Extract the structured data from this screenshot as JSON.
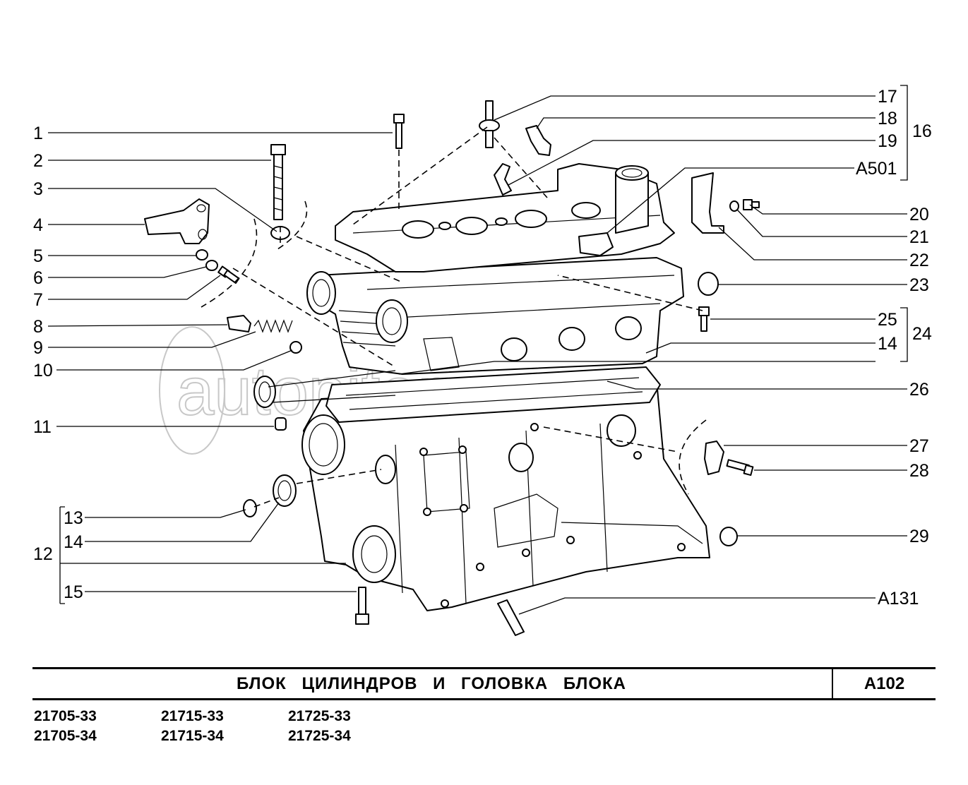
{
  "watermark": "autopiter.ru",
  "callouts": [
    {
      "id": "c1",
      "text": "1"
    },
    {
      "id": "c2",
      "text": "2"
    },
    {
      "id": "c3",
      "text": "3"
    },
    {
      "id": "c4",
      "text": "4"
    },
    {
      "id": "c5",
      "text": "5"
    },
    {
      "id": "c6",
      "text": "6"
    },
    {
      "id": "c7",
      "text": "7"
    },
    {
      "id": "c8",
      "text": "8"
    },
    {
      "id": "c9",
      "text": "9"
    },
    {
      "id": "c10",
      "text": "10"
    },
    {
      "id": "c11",
      "text": "11"
    },
    {
      "id": "c12",
      "text": "12"
    },
    {
      "id": "c13",
      "text": "13"
    },
    {
      "id": "c14l",
      "text": "14"
    },
    {
      "id": "c15",
      "text": "15"
    },
    {
      "id": "c17",
      "text": "17"
    },
    {
      "id": "c18",
      "text": "18"
    },
    {
      "id": "c19",
      "text": "19"
    },
    {
      "id": "c16",
      "text": "16"
    },
    {
      "id": "cA501",
      "text": "A501"
    },
    {
      "id": "c20",
      "text": "20"
    },
    {
      "id": "c21",
      "text": "21"
    },
    {
      "id": "c22",
      "text": "22"
    },
    {
      "id": "c23",
      "text": "23"
    },
    {
      "id": "c25",
      "text": "25"
    },
    {
      "id": "c24",
      "text": "24"
    },
    {
      "id": "c14r",
      "text": "14"
    },
    {
      "id": "c26",
      "text": "26"
    },
    {
      "id": "c27",
      "text": "27"
    },
    {
      "id": "c28",
      "text": "28"
    },
    {
      "id": "c29",
      "text": "29"
    },
    {
      "id": "cA131",
      "text": "A131"
    }
  ],
  "footer": {
    "title": "БЛОК  ЦИЛИНДРОВ  И  ГОЛОВКА  БЛОКА",
    "code": "A102",
    "models": [
      "21705-33",
      "21705-34",
      "21715-33",
      "21715-34",
      "21725-33",
      "21725-34"
    ]
  }
}
